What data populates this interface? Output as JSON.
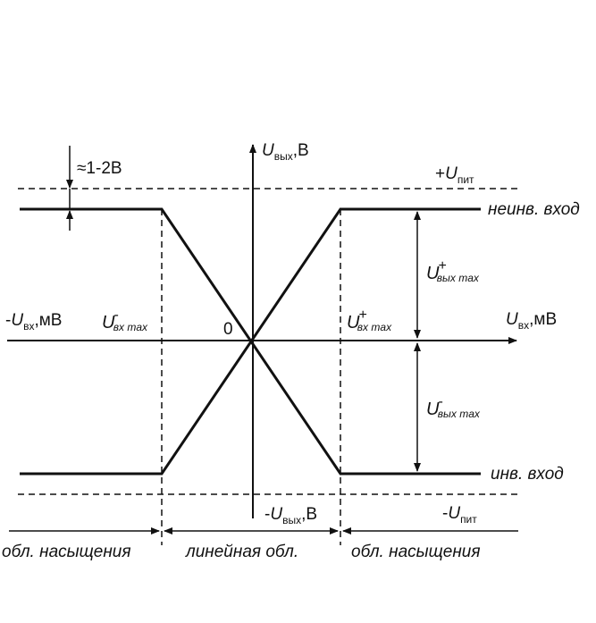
{
  "labels": {
    "approx": "≈1-2В",
    "vout_axis": {
      "main": "U",
      "sub": "вых",
      "unit": ",В"
    },
    "vout_axis_neg": {
      "prefix": "-",
      "main": "U",
      "sub": "вых",
      "unit": ",В"
    },
    "vin_axis": {
      "main": "U",
      "sub": "вх",
      "unit": ",мВ"
    },
    "vin_axis_neg": {
      "prefix": "-",
      "main": "U",
      "sub": "вх",
      "unit": ",мВ"
    },
    "supply_pos": {
      "prefix": "+",
      "main": "U",
      "sub": "пит"
    },
    "supply_neg": {
      "prefix": "-",
      "main": "U",
      "sub": "пит"
    },
    "noninv_input": "неинв. вход",
    "inv_input": "инв. вход",
    "vout_max_pos": {
      "main": "U",
      "sup": "+",
      "sub": "вых max"
    },
    "vout_max_neg": {
      "main": "U",
      "sup": "-",
      "sub": "вых max"
    },
    "vin_max_pos": {
      "main": "U",
      "sup": "+",
      "sub": "вх max"
    },
    "vin_max_neg": {
      "main": "U",
      "sup": "-",
      "sub": "вх max"
    },
    "origin": "0",
    "region_saturation_left": "обл. насыщения",
    "region_linear": "линейная обл.",
    "region_saturation_right": "обл. насыщения"
  }
}
